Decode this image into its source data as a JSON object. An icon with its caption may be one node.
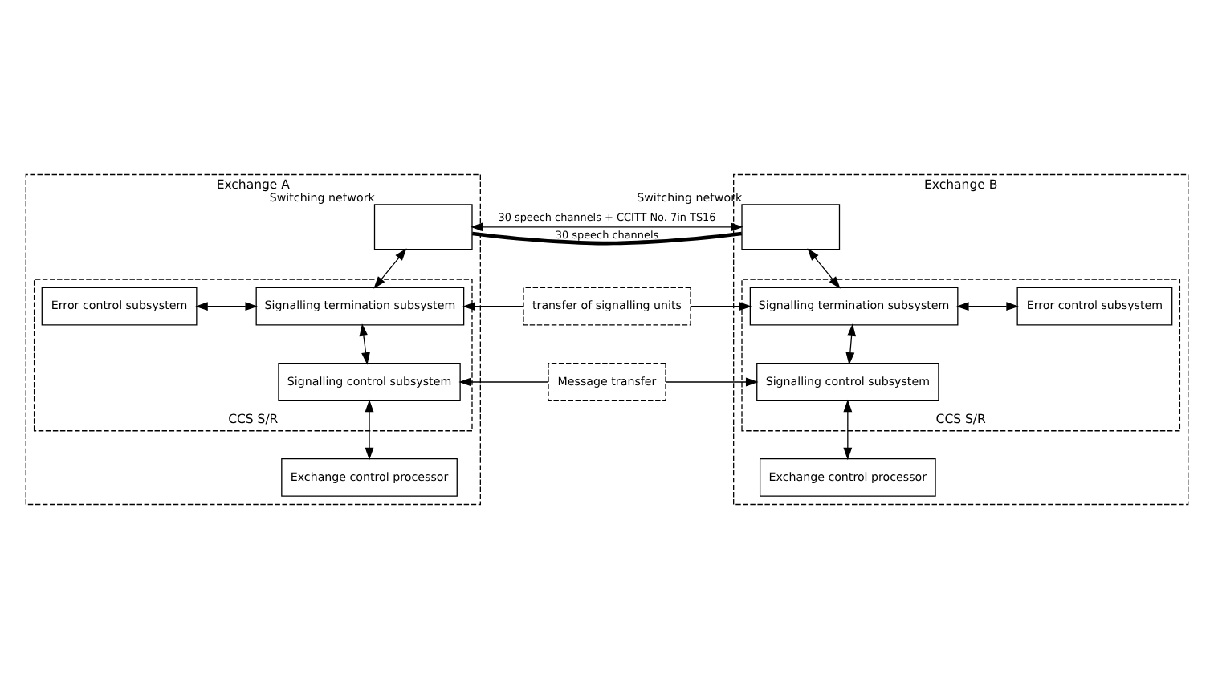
{
  "diagram": {
    "nodes": [
      {
        "text": [
          "Exchange A"
        ]
      },
      {
        "text": [],
        "shape": "box",
        "beside": [
          "Switching network"
        ],
        "in": 0
      },
      {
        "text": [
          "CCS S/R"
        ],
        "in": 0
      },
      {
        "text": [
          "Error control subsystem"
        ],
        "in": 2
      },
      {
        "text": [
          "Signalling termination subsystem"
        ],
        "in": 2
      },
      {
        "text": [
          "Signalling control subsystem"
        ],
        "in": 2
      },
      {
        "text": [
          "Exchange control processor"
        ],
        "in": 0
      },
      {
        "text": [
          "transfer of signalling units"
        ]
      },
      {
        "text": [
          "Message transfer"
        ]
      },
      {
        "text": [
          "Exchange B"
        ]
      },
      {
        "text": [],
        "shape": "box",
        "beside": [
          "Switching network"
        ],
        "in": 9
      },
      {
        "text": [
          "CCS S/R"
        ],
        "in": 9
      },
      {
        "text": [
          "Signalling termination subsystem"
        ],
        "in": 11
      },
      {
        "text": [
          "Error control subsystem"
        ],
        "in": 11
      },
      {
        "text": [
          "Signalling control subsystem"
        ],
        "in": 11
      },
      {
        "text": [
          "Exchange control processor"
        ],
        "in": 9
      }
    ],
    "edges": [
      {
        "from": 1,
        "to": 10,
        "arrow": "none",
        "label": "30 speech channels",
        "style": "thick"
      },
      {
        "from": 1,
        "to": 10,
        "arrow": "both",
        "label": "30 speech channels + CCITT No. 7in TS16"
      },
      {
        "from": 1,
        "to": 4,
        "arrow": "both"
      },
      {
        "from": 3,
        "to": 4,
        "arrow": "both"
      },
      {
        "from": 4,
        "to": 5,
        "arrow": "both"
      },
      {
        "from": 5,
        "to": 6,
        "arrow": "both"
      },
      {
        "from": 7,
        "to": 4,
        "arrow": "to"
      },
      {
        "from": 7,
        "to": 12,
        "arrow": "to"
      },
      {
        "from": 8,
        "to": 5,
        "arrow": "to"
      },
      {
        "from": 8,
        "to": 14,
        "arrow": "to"
      },
      {
        "from": 10,
        "to": 12,
        "arrow": "both"
      },
      {
        "from": 12,
        "to": 13,
        "arrow": "both"
      },
      {
        "from": 12,
        "to": 14,
        "arrow": "both"
      },
      {
        "from": 14,
        "to": 15,
        "arrow": "both"
      }
    ]
  }
}
